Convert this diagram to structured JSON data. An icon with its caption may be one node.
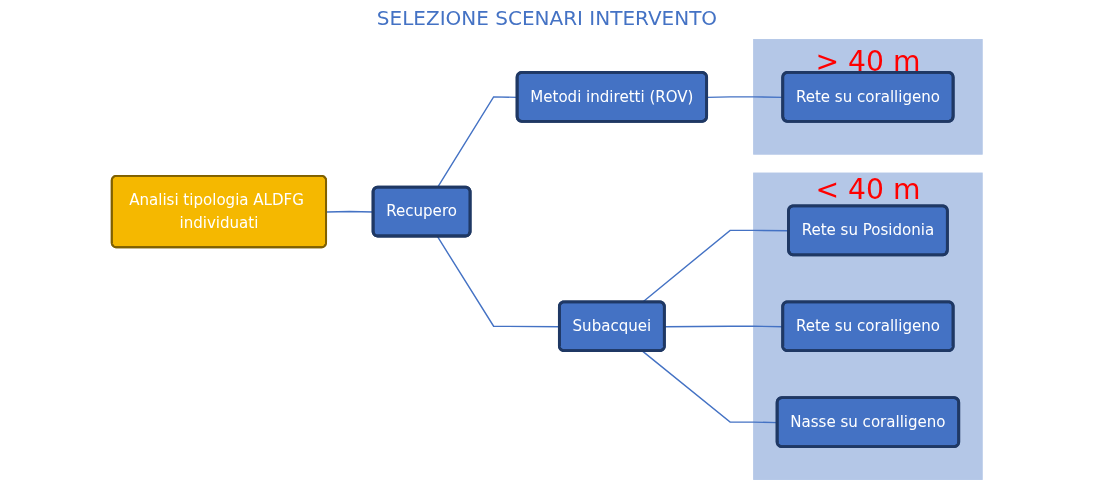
{
  "diagram": {
    "title": "SELEZIONE SCENARI INTERVENTO",
    "nodes": [
      {
        "text": [
          "Analisi tipologia ALDFG individuati"
        ]
      },
      {
        "text": [
          "Recupero"
        ]
      },
      {
        "text": [
          "Subacquei"
        ]
      },
      {
        "text": [
          "Metodi indiretti (ROV)"
        ]
      },
      {
        "text": [
          "< 40 m"
        ]
      },
      {
        "text": [
          "Rete su Posidonia"
        ],
        "in": 4
      },
      {
        "text": [
          "Rete su coralligeno"
        ],
        "in": 4
      },
      {
        "text": [
          "Nasse su coralligeno"
        ],
        "in": 4
      },
      {
        "text": [
          "> 40 m"
        ]
      },
      {
        "text": [
          "Rete su coralligeno"
        ],
        "in": 8
      }
    ],
    "edges": [
      {
        "from": 0,
        "to": 1,
        "arrow": "none"
      },
      {
        "from": 1,
        "to": 2,
        "arrow": "none"
      },
      {
        "from": 1,
        "to": 3,
        "arrow": "none"
      },
      {
        "from": 2,
        "to": 5,
        "arrow": "none"
      },
      {
        "from": 2,
        "to": 6,
        "arrow": "none"
      },
      {
        "from": 2,
        "to": 7,
        "arrow": "none"
      },
      {
        "from": 3,
        "to": 9,
        "arrow": "none"
      }
    ]
  }
}
